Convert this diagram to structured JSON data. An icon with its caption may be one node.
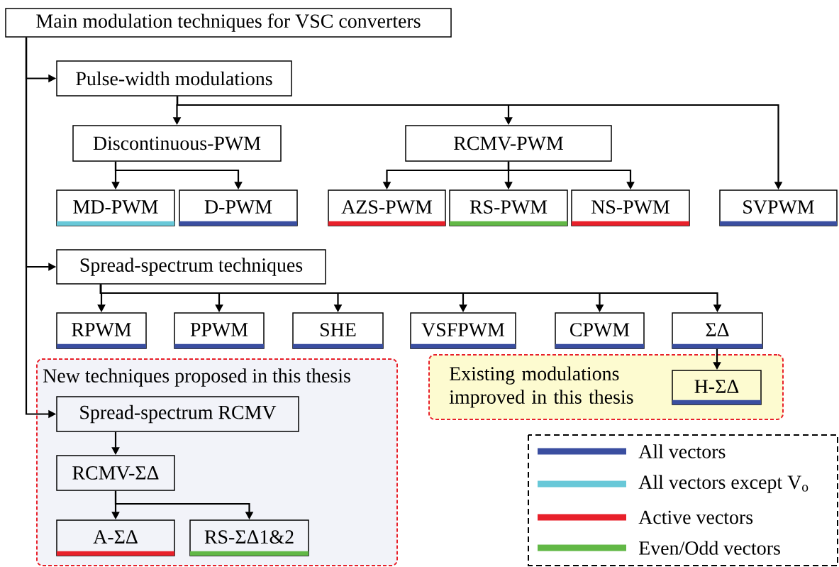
{
  "diagram": {
    "nodes": [
      {
        "text": [
          "Main modulation techniques for VSC converters"
        ]
      },
      {
        "text": [
          "Pulse-width modulations"
        ]
      },
      {
        "text": [
          "Discontinuous-PWM"
        ]
      },
      {
        "text": [
          "RCMV-PWM"
        ]
      },
      {
        "text": [
          "MD-PWM"
        ]
      },
      {
        "text": [
          "D-PWM"
        ]
      },
      {
        "text": [
          "AZS-PWM"
        ]
      },
      {
        "text": [
          "RS-PWM"
        ]
      },
      {
        "text": [
          "NS-PWM"
        ]
      },
      {
        "text": [
          "SVPWM"
        ]
      },
      {
        "text": [
          "Spread-spectrum techniques"
        ]
      },
      {
        "text": [
          "RPWM"
        ]
      },
      {
        "text": [
          "PPWM"
        ]
      },
      {
        "text": [
          "SHE"
        ]
      },
      {
        "text": [
          "VSFPWM"
        ]
      },
      {
        "text": [
          "CPWM"
        ]
      },
      {
        "text": [
          "ΣΔ"
        ]
      },
      {
        "text": [
          "Existing modulations improved in this thesis"
        ]
      },
      {
        "text": [
          "H-ΣΔ"
        ],
        "in": 17
      },
      {
        "text": [
          "New techniques proposed in this thesis"
        ]
      },
      {
        "text": [
          "Spread-spectrum RCMV"
        ],
        "in": 19
      },
      {
        "text": [
          "RCMV-ΣΔ"
        ],
        "in": 19
      },
      {
        "text": [
          "A-ΣΔ"
        ],
        "in": 19
      },
      {
        "text": [
          "RS-ΣΔ1&2"
        ],
        "in": 19
      }
    ],
    "edges": [
      {
        "from": 0,
        "to": 1,
        "arrow": "to"
      },
      {
        "from": 0,
        "to": 10,
        "arrow": "to"
      },
      {
        "from": 0,
        "to": 20,
        "arrow": "to"
      },
      {
        "from": 1,
        "to": 2,
        "arrow": "to"
      },
      {
        "from": 1,
        "to": 3,
        "arrow": "to"
      },
      {
        "from": 1,
        "to": 9,
        "arrow": "to"
      },
      {
        "from": 2,
        "to": 4,
        "arrow": "to"
      },
      {
        "from": 2,
        "to": 5,
        "arrow": "to"
      },
      {
        "from": 3,
        "to": 6,
        "arrow": "to"
      },
      {
        "from": 3,
        "to": 7,
        "arrow": "to"
      },
      {
        "from": 3,
        "to": 8,
        "arrow": "to"
      },
      {
        "from": 10,
        "to": 11,
        "arrow": "to"
      },
      {
        "from": 10,
        "to": 12,
        "arrow": "to"
      },
      {
        "from": 10,
        "to": 13,
        "arrow": "to"
      },
      {
        "from": 10,
        "to": 14,
        "arrow": "to"
      },
      {
        "from": 10,
        "to": 15,
        "arrow": "to"
      },
      {
        "from": 10,
        "to": 16,
        "arrow": "to"
      },
      {
        "from": 16,
        "to": 18,
        "arrow": "to"
      },
      {
        "from": 20,
        "to": 21,
        "arrow": "to"
      },
      {
        "from": 21,
        "to": 22,
        "arrow": "to"
      },
      {
        "from": 21,
        "to": 23,
        "arrow": "to"
      }
    ],
    "legend": [
      {
        "text": "All vectors",
        "color": "#3a4ea0"
      },
      {
        "text": "All vectors except V$_{o}$",
        "color": "#68c8d8"
      },
      {
        "text": "Active vectors",
        "color": "#e8202a"
      },
      {
        "text": "Even/Odd vectors",
        "color": "#62b846"
      }
    ]
  }
}
